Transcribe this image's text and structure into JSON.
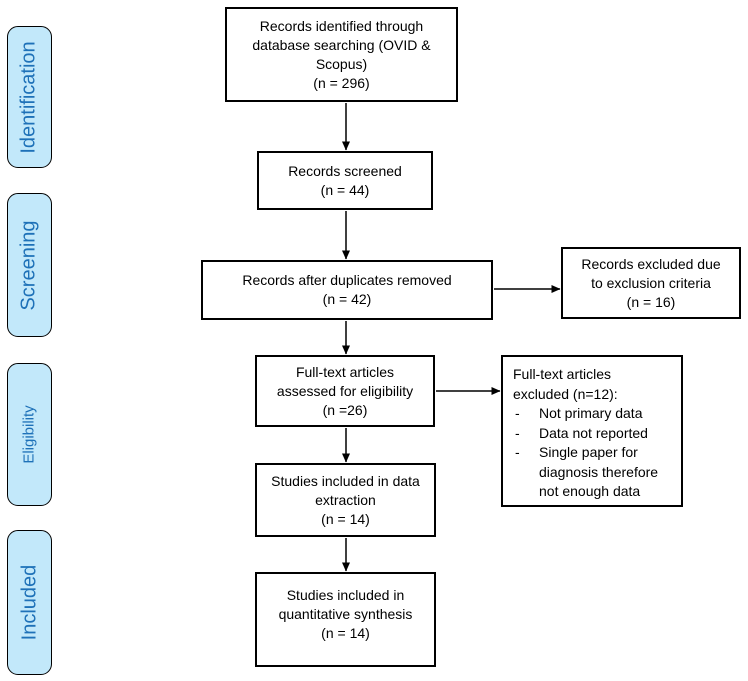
{
  "stages": [
    {
      "label": "Identification"
    },
    {
      "label": "Screening"
    },
    {
      "label": "Eligibility"
    },
    {
      "label": "Included"
    }
  ],
  "boxes": {
    "identified": {
      "text": "Records identified through\ndatabase searching (OVID &\nScopus)\n(n = 296)"
    },
    "screened": {
      "text": "Records screened\n(n = 44)"
    },
    "duplicates_removed": {
      "text": "Records after duplicates removed\n(n = 42)"
    },
    "records_excluded": {
      "text": "Records excluded due\nto exclusion criteria\n(n = 16)"
    },
    "fulltext_assessed": {
      "text": "Full-text articles\nassessed for eligibility\n(n =26)"
    },
    "fulltext_excluded": {
      "intro": "Full-text articles\nexcluded (n=12):",
      "bullet": "-",
      "reasons": [
        "Not primary data",
        "Data not reported",
        "Single paper for diagnosis therefore not enough data"
      ]
    },
    "data_extraction": {
      "text": "Studies included in data\nextraction\n(n = 14)"
    },
    "quantitative_synthesis": {
      "text": "Studies included in\nquantitative synthesis\n(n = 14)"
    }
  },
  "colors": {
    "stage_fill": "#c2e8fa",
    "stage_border": "#000000",
    "stage_text": "#1e71b8",
    "box_fill": "#ffffff",
    "box_border": "#000000",
    "box_text": "#000000",
    "arrow": "#000000"
  }
}
